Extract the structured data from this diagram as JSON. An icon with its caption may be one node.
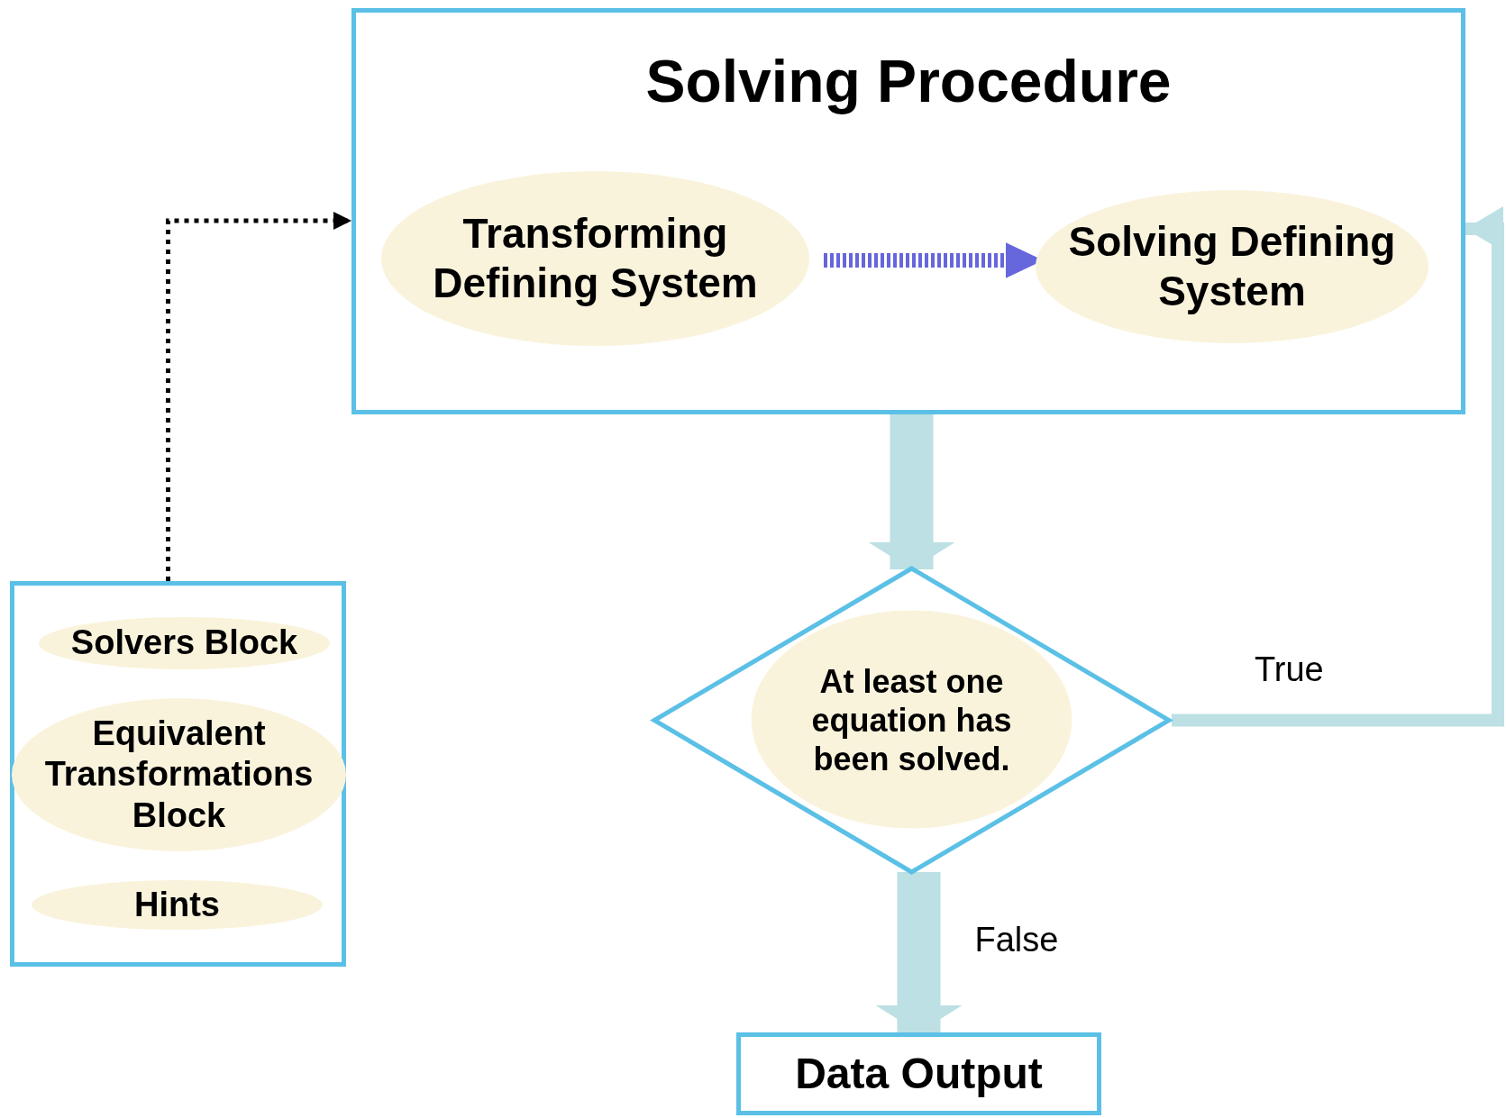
{
  "diagram": {
    "nodes": [
      {
        "text": [
          "Solving Procedure"
        ]
      },
      {
        "text": [
          "Transforming Defining System"
        ],
        "in": 0
      },
      {
        "text": [
          "Solving Defining System"
        ],
        "in": 0
      },
      {
        "text": [
          "At least one equation has been solved."
        ]
      },
      {
        "text": [
          "Data Output"
        ]
      },
      {
        "text": [],
        "shape": "box"
      },
      {
        "text": [
          "Solvers Block"
        ],
        "in": 5
      },
      {
        "text": [
          "Equivalent Transformations Block"
        ],
        "in": 5
      },
      {
        "text": [
          "Hints"
        ],
        "in": 5
      }
    ],
    "edges": [
      {
        "from": 5,
        "to": 0,
        "arrow": "to",
        "style": "dashed",
        "color": "#000000"
      },
      {
        "from": 1,
        "to": 2,
        "arrow": "to",
        "style": "dashed",
        "color": "#6666dd"
      },
      {
        "from": 0,
        "to": 3,
        "arrow": "to",
        "style": "thick"
      },
      {
        "from": 3,
        "to": 0,
        "arrow": "to",
        "label": "True"
      },
      {
        "from": 3,
        "to": 4,
        "arrow": "to",
        "label": "False",
        "style": "thick"
      }
    ]
  }
}
